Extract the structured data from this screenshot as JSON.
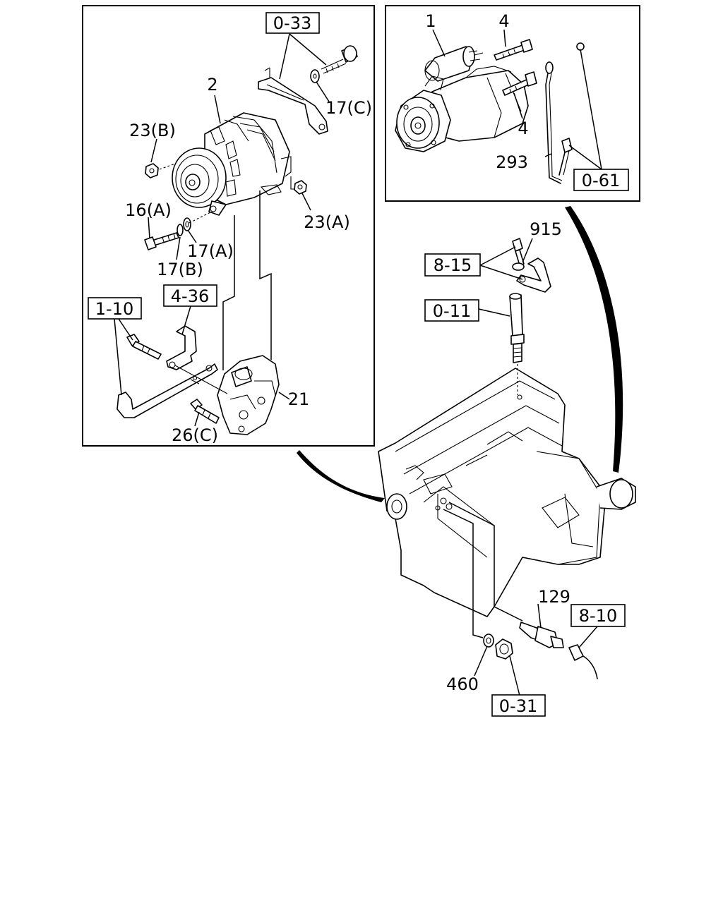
{
  "diagram": {
    "callouts": {
      "c1": "1",
      "c2": "2",
      "c4a": "4",
      "c4b": "4",
      "c16a": "16(A)",
      "c17a": "17(A)",
      "c17b": "17(B)",
      "c17c": "17(C)",
      "c21": "21",
      "c23a": "23(A)",
      "c23b": "23(B)",
      "c26c": "26(C)",
      "c129": "129",
      "c293": "293",
      "c460": "460",
      "c915": "915"
    },
    "references": {
      "r033": "0-33",
      "r061": "0-61",
      "r815": "8-15",
      "r011": "0-11",
      "r110": "1-10",
      "r436": "4-36",
      "r810": "8-10",
      "r031": "0-31"
    }
  }
}
